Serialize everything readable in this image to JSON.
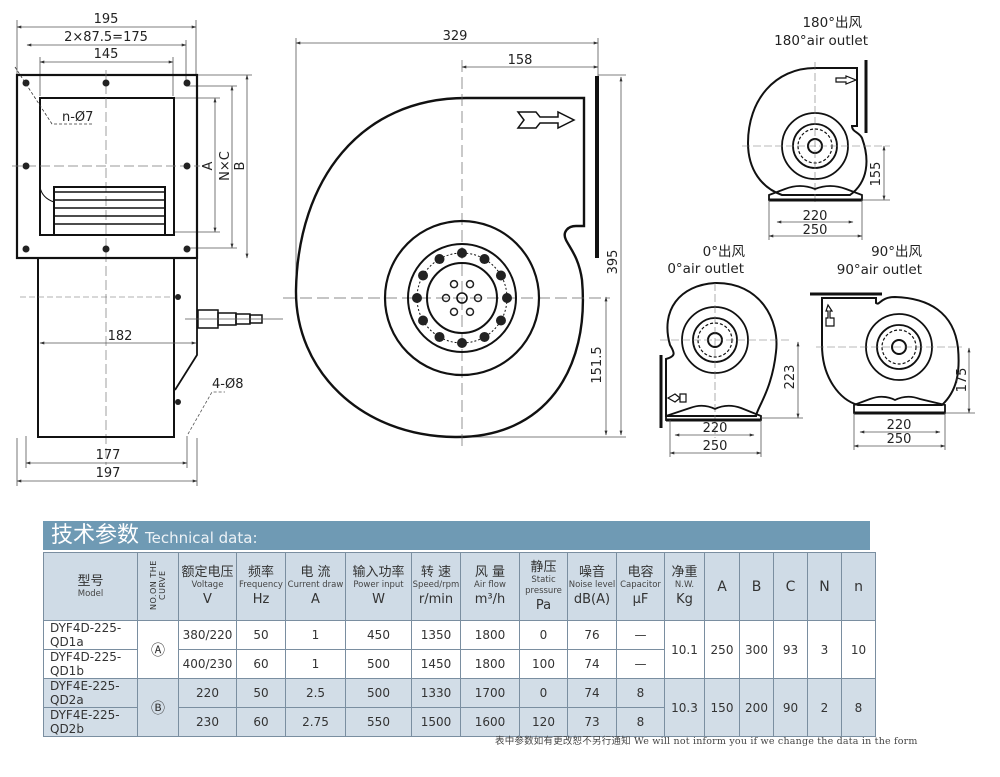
{
  "front_view": {
    "dim_top_overall": "195",
    "dim_hole_spacing": "2×87.5=175",
    "dim_opening": "145",
    "hole_label": "n-Ø7",
    "dim_A": "A",
    "dim_NxC": "N×C",
    "dim_B": "B",
    "dim_width_182": "182",
    "foot_hole_label": "4-Ø8",
    "dim_base_177": "177",
    "dim_base_197": "197"
  },
  "side_view": {
    "dim_width": "329",
    "dim_outlet_offset": "158",
    "dim_height": "395",
    "dim_center_height": "151.5"
  },
  "outlets": [
    {
      "cn": "180°出风",
      "en": "180°air outlet",
      "dim_height": "155",
      "dim_inner": "220",
      "dim_outer": "250"
    },
    {
      "cn": "0°出风",
      "en": "0°air outlet",
      "dim_height": "223",
      "dim_inner": "220",
      "dim_outer": "250"
    },
    {
      "cn": "90°出风",
      "en": "90°air outlet",
      "dim_height": "175",
      "dim_inner": "220",
      "dim_outer": "250"
    }
  ],
  "spec_table": {
    "title_cn": "技术参数",
    "title_en": "Technical data:",
    "headers": {
      "model": {
        "cn": "型号",
        "en": "Model"
      },
      "curve": {
        "en": "NO.ON THE CURVE"
      },
      "voltage": {
        "cn": "额定电压",
        "en": "Voltage",
        "unit": "V"
      },
      "frequency": {
        "cn": "频率",
        "en": "Frequency",
        "unit": "Hz"
      },
      "current": {
        "cn": "电 流",
        "en": "Current draw",
        "unit": "A"
      },
      "power": {
        "cn": "输入功率",
        "en": "Power input",
        "unit": "W"
      },
      "speed": {
        "cn": "转 速",
        "en": "Speed/rpm",
        "unit": "r/min"
      },
      "airflow": {
        "cn": "风 量",
        "en": "Air flow",
        "unit": "m³/h"
      },
      "pressure": {
        "cn": "静压",
        "en": "Static pressure",
        "unit": "Pa"
      },
      "noise": {
        "cn": "噪音",
        "en": "Noise level",
        "unit": "dB(A)"
      },
      "capacitor": {
        "cn": "电容",
        "en": "Capacitor",
        "unit": "μF"
      },
      "weight": {
        "cn": "净重",
        "en": "N.W.",
        "unit": "Kg"
      },
      "A": "A",
      "B": "B",
      "C": "C",
      "N": "N",
      "n": "n"
    },
    "groups": [
      {
        "curve": "Ⓐ",
        "weight": "10.1",
        "A": "250",
        "B": "300",
        "C": "93",
        "N": "3",
        "n": "10",
        "rows": [
          {
            "model": "DYF4D-225-QD1a",
            "voltage": "380/220",
            "frequency": "50",
            "current": "1",
            "power": "450",
            "speed": "1350",
            "airflow": "1800",
            "pressure": "0",
            "noise": "76",
            "capacitor": "—"
          },
          {
            "model": "DYF4D-225-QD1b",
            "voltage": "400/230",
            "frequency": "60",
            "current": "1",
            "power": "500",
            "speed": "1450",
            "airflow": "1800",
            "pressure": "100",
            "noise": "74",
            "capacitor": "—"
          }
        ]
      },
      {
        "curve": "Ⓑ",
        "weight": "10.3",
        "A": "150",
        "B": "200",
        "C": "90",
        "N": "2",
        "n": "8",
        "rows": [
          {
            "model": "DYF4E-225-QD2a",
            "voltage": "220",
            "frequency": "50",
            "current": "2.5",
            "power": "500",
            "speed": "1330",
            "airflow": "1700",
            "pressure": "0",
            "noise": "74",
            "capacitor": "8"
          },
          {
            "model": "DYF4E-225-QD2b",
            "voltage": "230",
            "frequency": "60",
            "current": "2.75",
            "power": "550",
            "speed": "1500",
            "airflow": "1600",
            "pressure": "120",
            "noise": "73",
            "capacitor": "8"
          }
        ]
      }
    ],
    "footnote": "表中参数如有更改恕不另行通知 We will not inform you if we change the data in the form"
  },
  "colors": {
    "title_bar": "#6f9ab4",
    "header_bg": "#cfdbe6",
    "group_b_bg": "#d2dde7"
  }
}
